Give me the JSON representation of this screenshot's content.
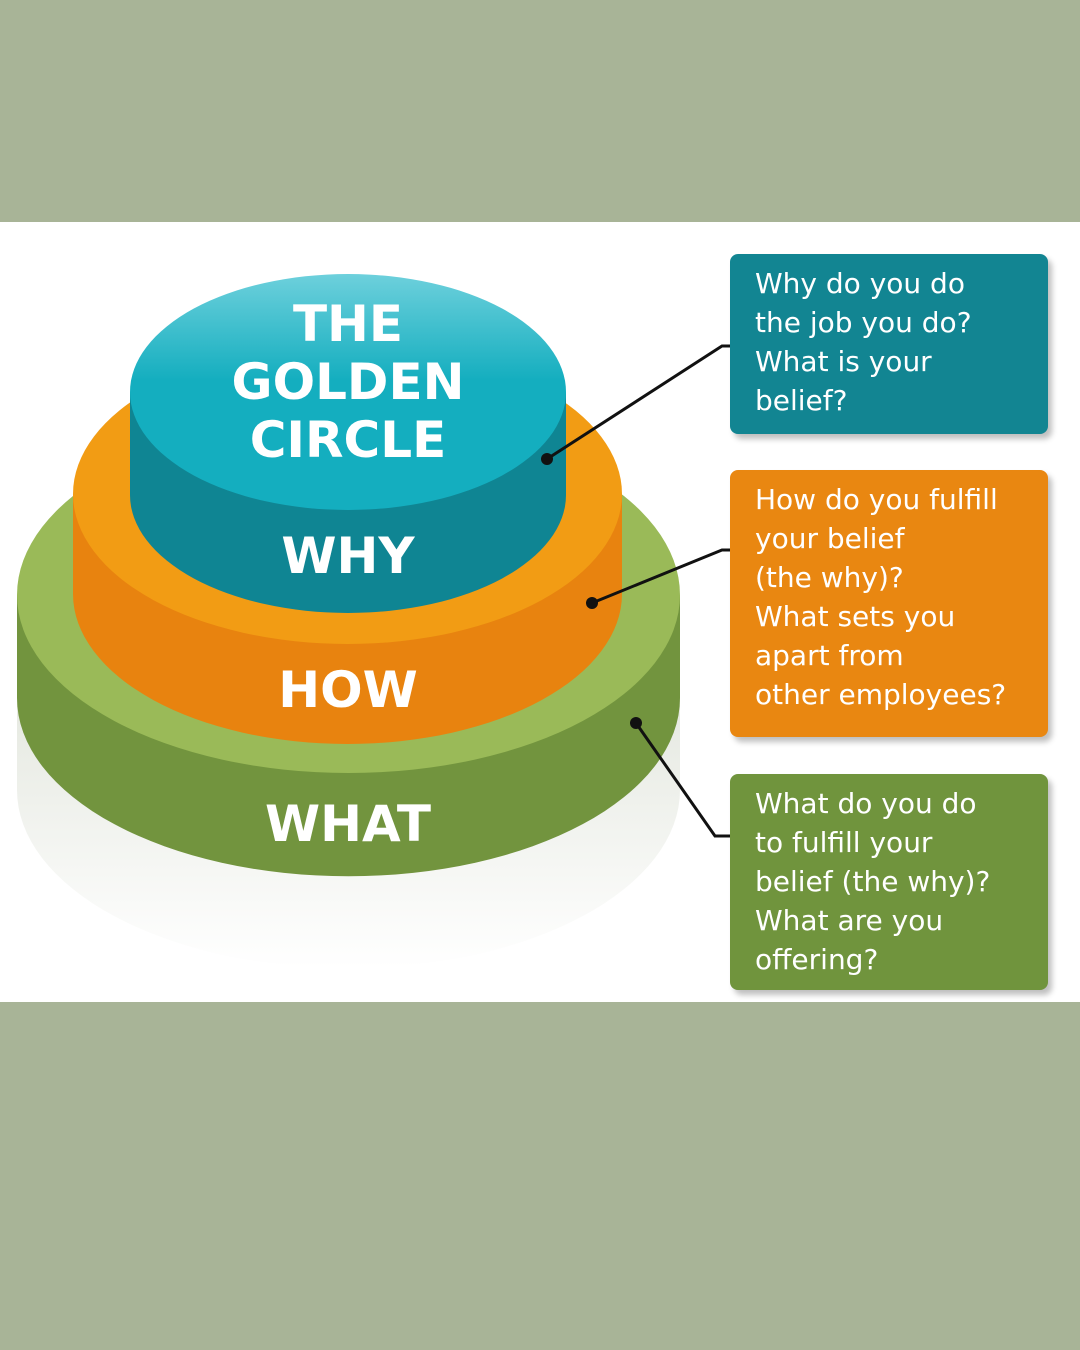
{
  "diagram": {
    "title_lines": [
      "THE",
      "GOLDEN",
      "CIRCLE"
    ],
    "layers": [
      {
        "label": "WHY",
        "color": "#128592",
        "question_lines": [
          "Why do you do",
          "the job you do?",
          "What is your",
          "belief?"
        ]
      },
      {
        "label": "HOW",
        "color": "#e98711",
        "question_lines": [
          "How do you fulfill",
          "your belief",
          "(the why)?",
          "What sets you",
          "apart from",
          "other employees?"
        ]
      },
      {
        "label": "WHAT",
        "color": "#70943d",
        "question_lines": [
          "What do you do",
          "to fulfill your",
          "belief (the why)?",
          "What are you",
          "offering?"
        ]
      }
    ]
  }
}
